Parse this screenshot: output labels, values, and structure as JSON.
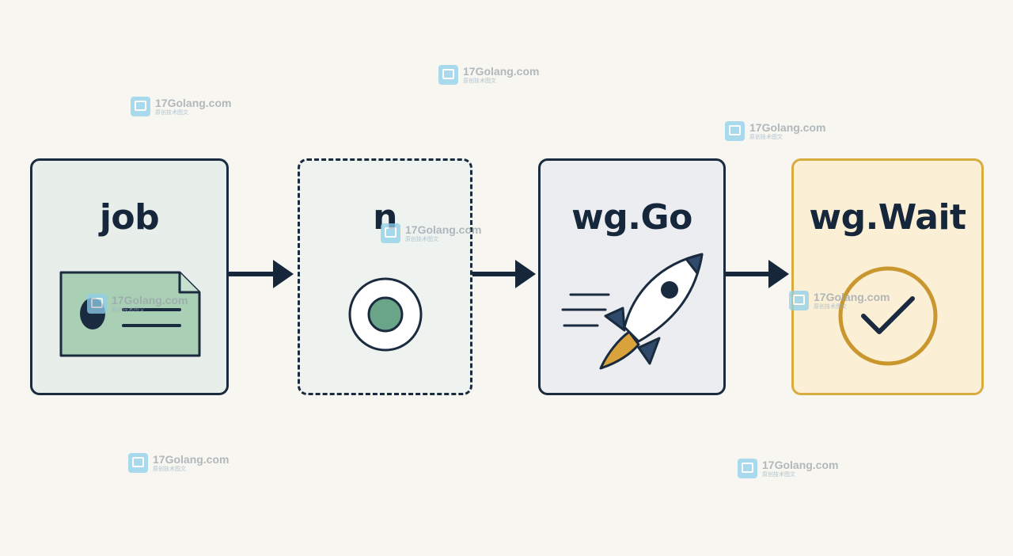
{
  "diagram": {
    "steps": [
      {
        "id": "job",
        "label": "job",
        "icon": "id-card-icon"
      },
      {
        "id": "n",
        "label": "n",
        "icon": "radio-dot-icon"
      },
      {
        "id": "go",
        "label": "wg.Go",
        "icon": "rocket-icon"
      },
      {
        "id": "wait",
        "label": "wg.Wait",
        "icon": "check-circle-icon"
      }
    ],
    "colors": {
      "outline": "#1b2b3f",
      "job_fill": "#e8efea",
      "n_fill": "#eef3ef",
      "go_fill": "#ebedf1",
      "wait_fill": "#fbefd6",
      "wait_border": "#d9ac3f",
      "accent_green": "#8fc3a6",
      "flame": "#d9a23a"
    }
  },
  "watermark": {
    "domain": "17Golang.com",
    "subtitle": "原创技术图文"
  }
}
